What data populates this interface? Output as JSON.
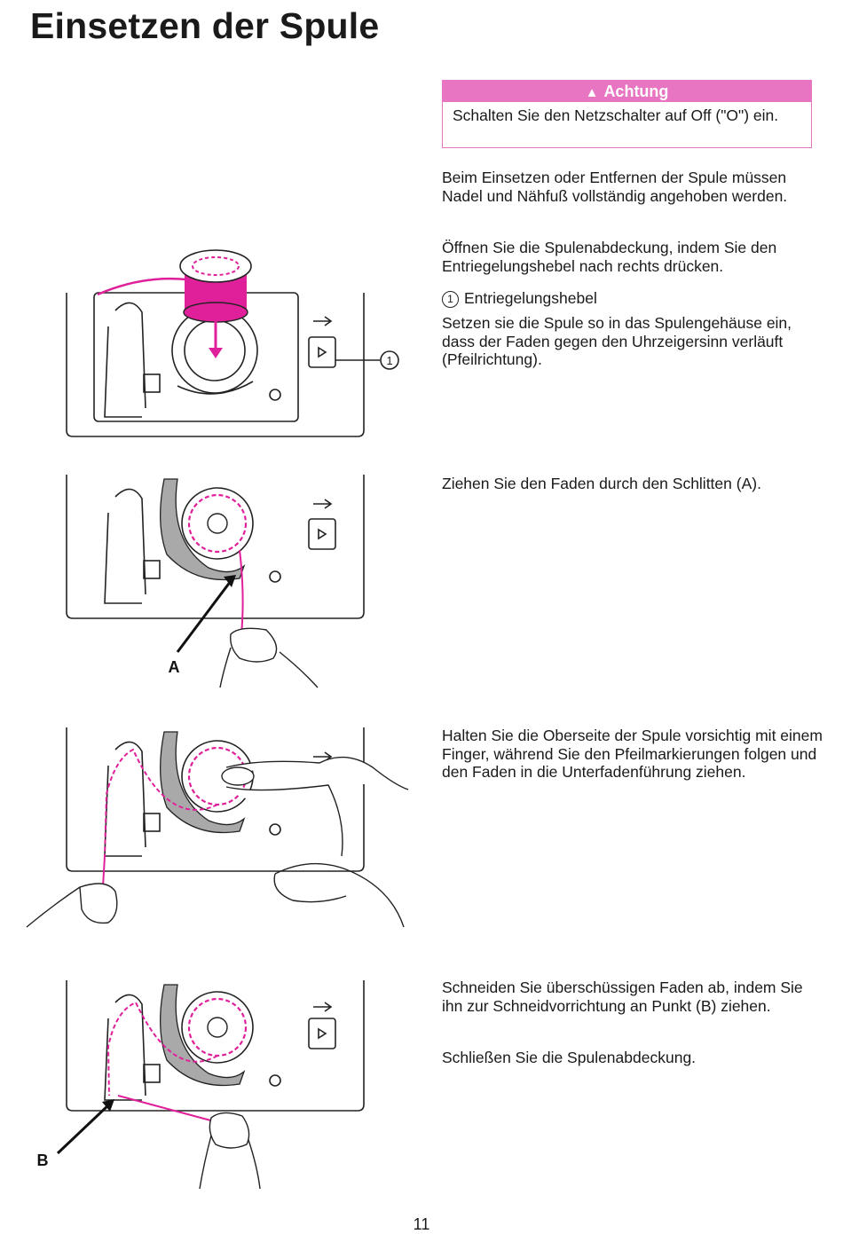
{
  "page": {
    "title": "Einsetzen der Spule",
    "page_number": "11"
  },
  "caution": {
    "icon": "warning-triangle-icon",
    "heading": "Achtung",
    "text": "Schalten Sie den Netzschalter auf Off (\"O\") ein.",
    "color": "#e875c2"
  },
  "steps": [
    {
      "text": "Beim Einsetzen oder Entfernen der Spule müssen Nadel und Nähfuß vollständig angehoben werden."
    },
    {
      "text": "Öffnen Sie die Spulenabdeckung, indem Sie den Entriegelungshebel nach rechts drücken."
    },
    {
      "legend_number": "1",
      "legend_label": "Entriegelungshebel"
    },
    {
      "text": "Setzen sie die Spule so in das Spulengehäuse ein, dass der Faden gegen den Uhrzeigersinn verläuft (Pfeilrichtung)."
    },
    {
      "text": "Ziehen Sie den Faden durch den Schlitten (A)."
    },
    {
      "text": "Halten Sie die Oberseite der Spule vorsichtig mit einem Finger, während Sie den Pfeilmarkierungen folgen und den Faden in die Unterfadenführung ziehen."
    },
    {
      "text": "Schneiden Sie überschüssigen Faden ab, indem Sie ihn zur Schneidvorrichtung an Punkt (B) ziehen."
    },
    {
      "text": "Schließen Sie die Spulenabdeckung."
    }
  ],
  "figures": {
    "fig1_callout": "1",
    "fig2_label": "A",
    "fig4_label": "B"
  },
  "colors": {
    "thread": "#e0209a",
    "thread_light": "#e875c2",
    "guide_gray": "#a9a9a9"
  }
}
